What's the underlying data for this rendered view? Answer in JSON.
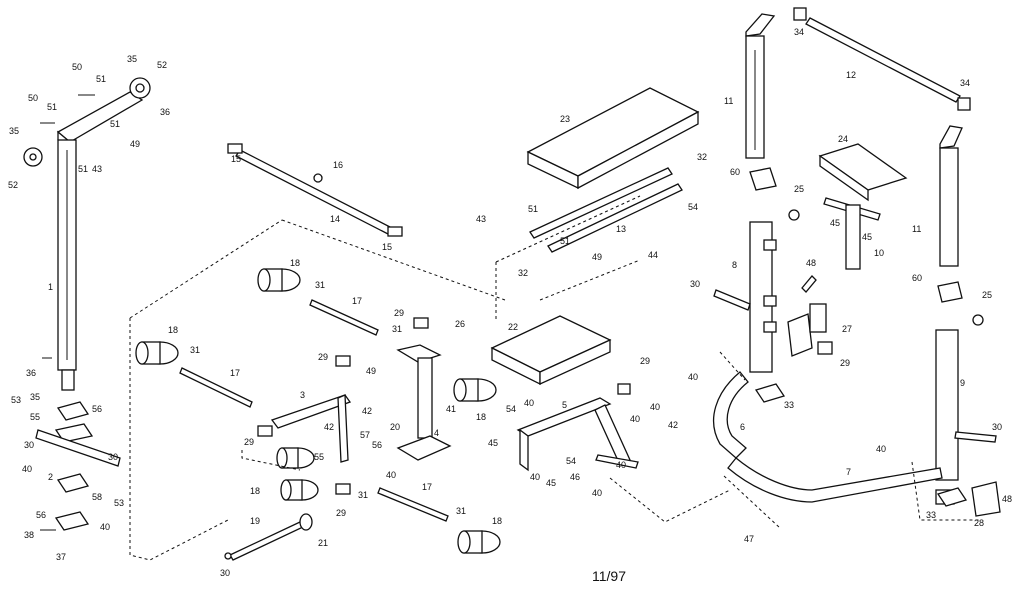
{
  "footer": {
    "page_code": "11/97"
  },
  "callouts": [
    "50",
    "51",
    "35",
    "52",
    "36",
    "50",
    "51",
    "35",
    "51",
    "49",
    "52",
    "51",
    "43",
    "1",
    "36",
    "53",
    "35",
    "30",
    "55",
    "56",
    "40",
    "2",
    "53",
    "30",
    "56",
    "58",
    "40",
    "38",
    "37",
    "15",
    "16",
    "14",
    "15",
    "18",
    "31",
    "17",
    "29",
    "31",
    "26",
    "18",
    "31",
    "17",
    "29",
    "49",
    "3",
    "42",
    "20",
    "4",
    "41",
    "18",
    "29",
    "55",
    "42",
    "57",
    "56",
    "40",
    "18",
    "31",
    "17",
    "31",
    "19",
    "21",
    "30",
    "29",
    "18",
    "23",
    "32",
    "43",
    "51",
    "13",
    "54",
    "32",
    "51",
    "49",
    "44",
    "22",
    "29",
    "54",
    "40",
    "5",
    "40",
    "45",
    "40",
    "54",
    "46",
    "45",
    "42",
    "40",
    "40",
    "40",
    "34",
    "12",
    "34",
    "11",
    "60",
    "25",
    "24",
    "45",
    "10",
    "45",
    "11",
    "60",
    "25",
    "8",
    "48",
    "30",
    "27",
    "29",
    "40",
    "33",
    "6",
    "9",
    "7",
    "40",
    "30",
    "47",
    "33",
    "28",
    "48"
  ]
}
